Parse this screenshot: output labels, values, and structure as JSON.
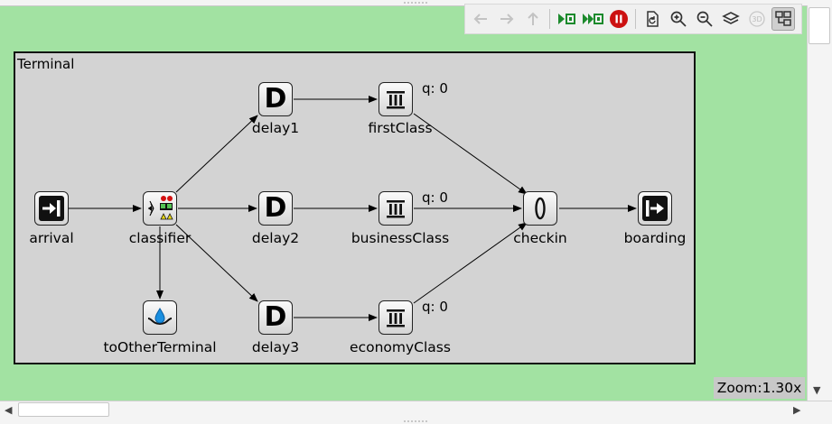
{
  "toolbar": {
    "buttons": [
      {
        "name": "back-icon",
        "enabled": false
      },
      {
        "name": "forward-icon",
        "enabled": false
      },
      {
        "name": "up-icon",
        "enabled": false
      },
      {
        "name": "step-icon",
        "color": "#1c8a2c"
      },
      {
        "name": "fast-forward-icon",
        "color": "#1c8a2c"
      },
      {
        "name": "stop-icon",
        "color": "#cc1111"
      },
      {
        "name": "refresh-icon"
      },
      {
        "name": "zoom-in-icon"
      },
      {
        "name": "zoom-out-icon"
      },
      {
        "name": "layers-icon"
      },
      {
        "name": "3d-icon",
        "enabled": false
      },
      {
        "name": "layout-icon",
        "active": true
      }
    ],
    "three_d_label": "3D"
  },
  "terminal": {
    "label": "Terminal"
  },
  "nodes": {
    "arrival": {
      "label": "arrival",
      "icon": "source-icon"
    },
    "classifier": {
      "label": "classifier",
      "icon": "classifier-icon"
    },
    "toOtherTerminal": {
      "label": "toOtherTerminal",
      "icon": "sink-drop-icon"
    },
    "delay1": {
      "label": "delay1",
      "icon": "delay-icon",
      "glyph": "D"
    },
    "delay2": {
      "label": "delay2",
      "icon": "delay-icon",
      "glyph": "D"
    },
    "delay3": {
      "label": "delay3",
      "icon": "delay-icon",
      "glyph": "D"
    },
    "firstClass": {
      "label": "firstClass",
      "icon": "queue-icon",
      "queue": "q: 0"
    },
    "businessClass": {
      "label": "businessClass",
      "icon": "queue-icon",
      "queue": "q: 0"
    },
    "economyClass": {
      "label": "economyClass",
      "icon": "queue-icon",
      "queue": "q: 0"
    },
    "checkin": {
      "label": "checkin",
      "icon": "server-icon"
    },
    "boarding": {
      "label": "boarding",
      "icon": "sink-icon"
    }
  },
  "zoom": "Zoom:1.30x",
  "colors": {
    "canvas": "#a2e2a2",
    "compound": "#d3d3d3"
  }
}
